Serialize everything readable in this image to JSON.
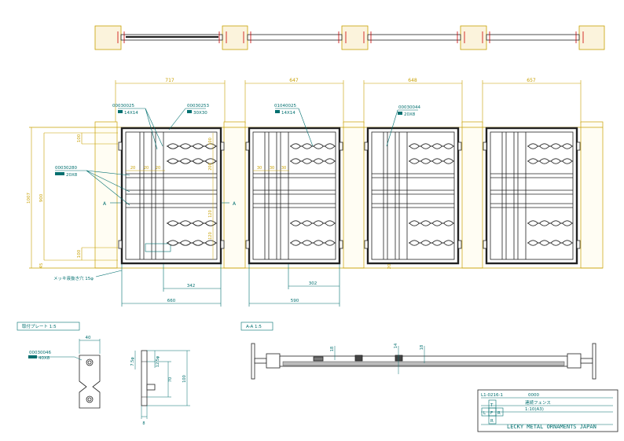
{
  "colors": {
    "dim": "#c8a000",
    "frame": "#222222",
    "teal": "#006f6f",
    "pad": "#fbf3dc",
    "red": "#cc0000"
  },
  "panels": [
    {
      "top_width": "717",
      "bottom_width": "660",
      "offset": "342",
      "part_top": "00030025",
      "size_top": "14X14",
      "part_top2": "00030253",
      "size_top2": "30X30",
      "part_left": "00030280",
      "size_left": "20X8"
    },
    {
      "top_width": "647",
      "bottom_width": "590",
      "offset": "302",
      "part_top": "01040025",
      "size_top": "14X14"
    },
    {
      "top_width": "648",
      "part_top": "00030044",
      "size_top": "20X8",
      "note": "20"
    },
    {
      "top_width": "657"
    }
  ],
  "left_dims": {
    "overall": "1007",
    "inner": "900",
    "top": "100",
    "bottom": "100",
    "foot": "45"
  },
  "inner_dims": {
    "s1": "100",
    "s2": "200",
    "s3": "120",
    "s4": "120",
    "gap1": "20",
    "gap2": "20",
    "gap3": "20",
    "gap4": "30",
    "gap5": "30",
    "gap6": "30"
  },
  "section_marks": {
    "left": "A",
    "right": "A"
  },
  "hole_note": "メッキ液抜き穴 15φ",
  "plate": {
    "title": "取付プレート 1:5",
    "part": "00030046",
    "size": "40X8",
    "w": "40",
    "d1": "7.5φ",
    "d2": "12.5φ",
    "h1": "70",
    "h2": "100",
    "t": "8"
  },
  "section": {
    "title": "A-A 1:5",
    "d1": "18",
    "d2": "14",
    "d3": "18"
  },
  "title_block": {
    "drawing_no": "L1-0216-1",
    "rev": "0000",
    "name": "連続フェンス",
    "scale": "1:10(A3)",
    "company": "LECKY METAL ORNAMENTS JAPAN",
    "box_t": "T",
    "box_l": "L",
    "box_f": "F",
    "box_r": "R",
    "box_r2": "R"
  }
}
